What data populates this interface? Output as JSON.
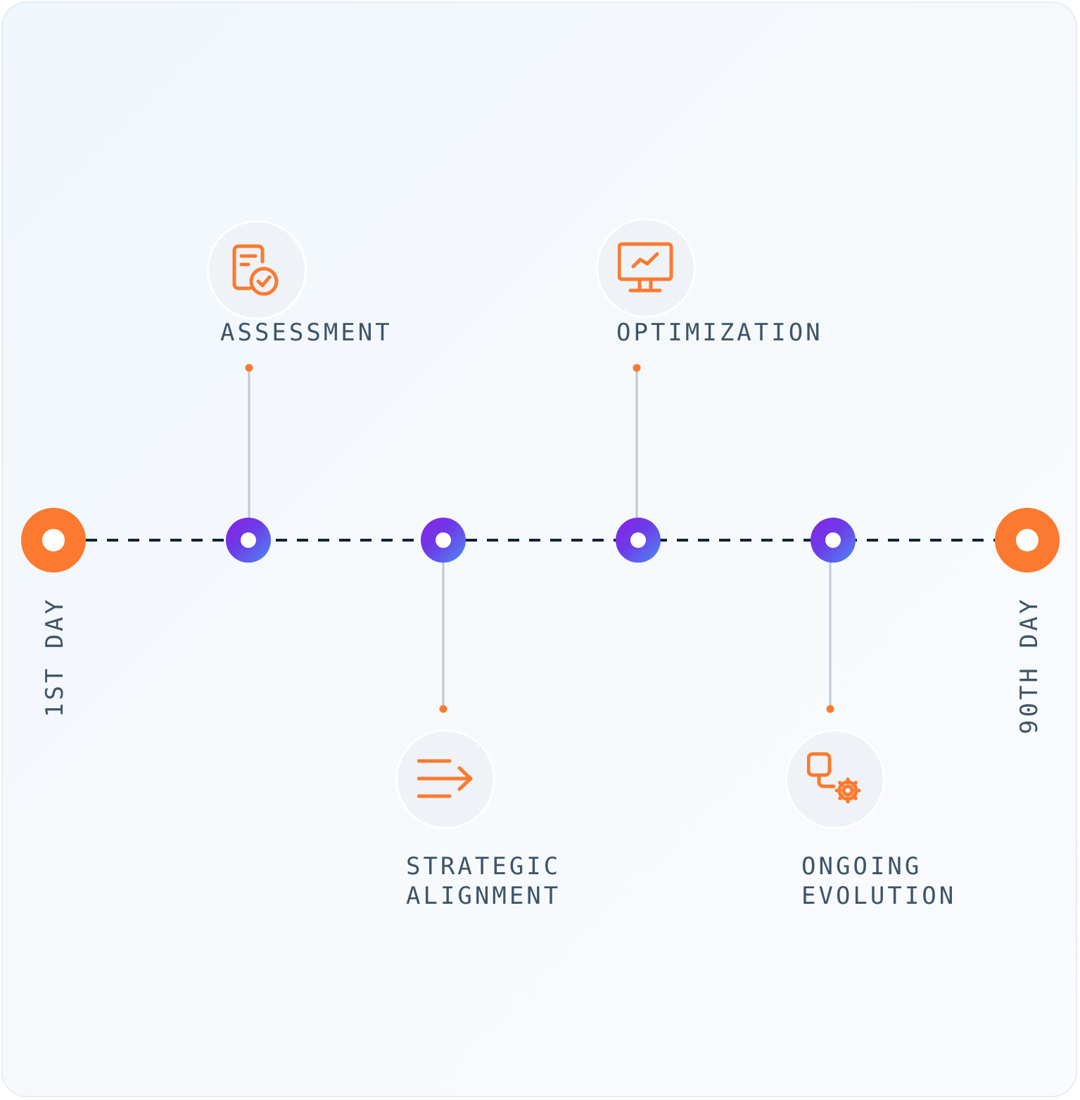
{
  "timeline": {
    "start_label": "1ST DAY",
    "end_label": "90TH DAY"
  },
  "steps": [
    {
      "label_lines": [
        "ASSESSMENT"
      ],
      "icon": "document-check-icon",
      "position": "above"
    },
    {
      "label_lines": [
        "STRATEGIC",
        "ALIGNMENT"
      ],
      "icon": "arrow-lines-right-icon",
      "position": "below"
    },
    {
      "label_lines": [
        "OPTIMIZATION"
      ],
      "icon": "monitor-chart-icon",
      "position": "above"
    },
    {
      "label_lines": [
        "ONGOING",
        "EVOLUTION"
      ],
      "icon": "workflow-gear-icon",
      "position": "below"
    }
  ],
  "colors": {
    "accent_orange": "#fb7a2f",
    "milestone_gradient_start": "#8a1fe6",
    "milestone_gradient_end": "#4b8cf2",
    "text": "#3c5468",
    "dashed_line": "#0f2238",
    "connector": "#bcc9d4"
  }
}
